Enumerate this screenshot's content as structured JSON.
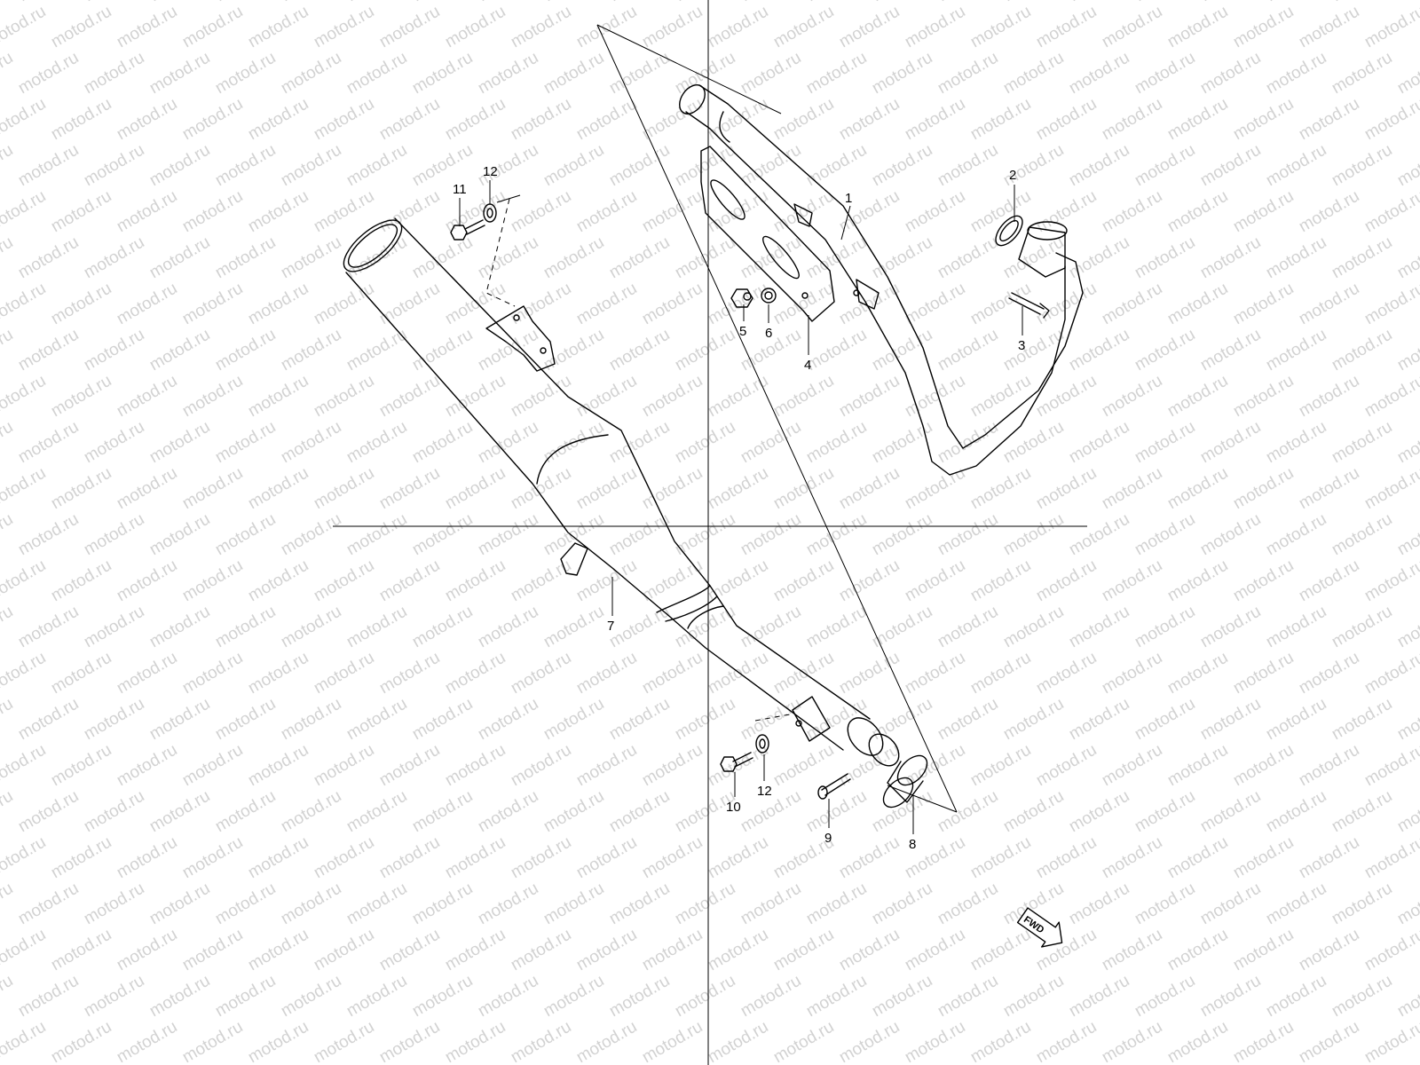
{
  "diagram": {
    "watermark": "motod.ru",
    "callouts": {
      "p1": "1",
      "p2": "2",
      "p3": "3",
      "p4": "4",
      "p5": "5",
      "p6": "6",
      "p7": "7",
      "p8": "8",
      "p9": "9",
      "p10": "10",
      "p11": "11",
      "p12a": "12",
      "p12b": "12"
    },
    "fwd_label": "FWD"
  }
}
